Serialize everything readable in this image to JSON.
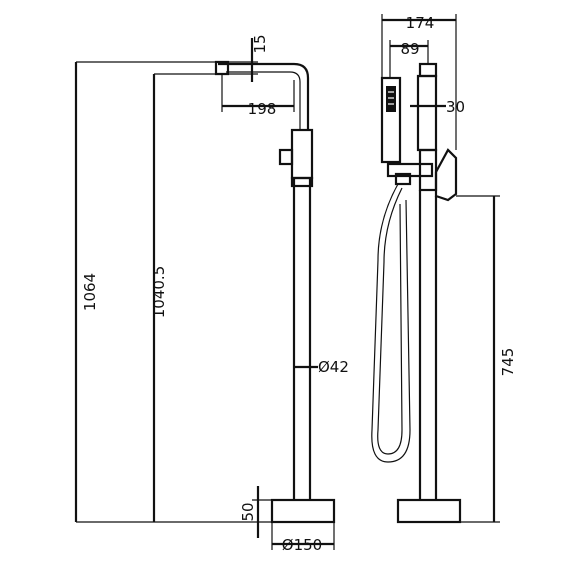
{
  "drawing": {
    "dimensions": {
      "total_height": "1064",
      "spout_height": "1040.5",
      "spout_drop": "15",
      "spout_reach": "198",
      "pipe_diameter": "Ø42",
      "base_height": "50",
      "base_diameter": "Ø150",
      "side_width": "174",
      "handset_offset": "89",
      "column_width": "30",
      "handle_height": "745"
    }
  }
}
